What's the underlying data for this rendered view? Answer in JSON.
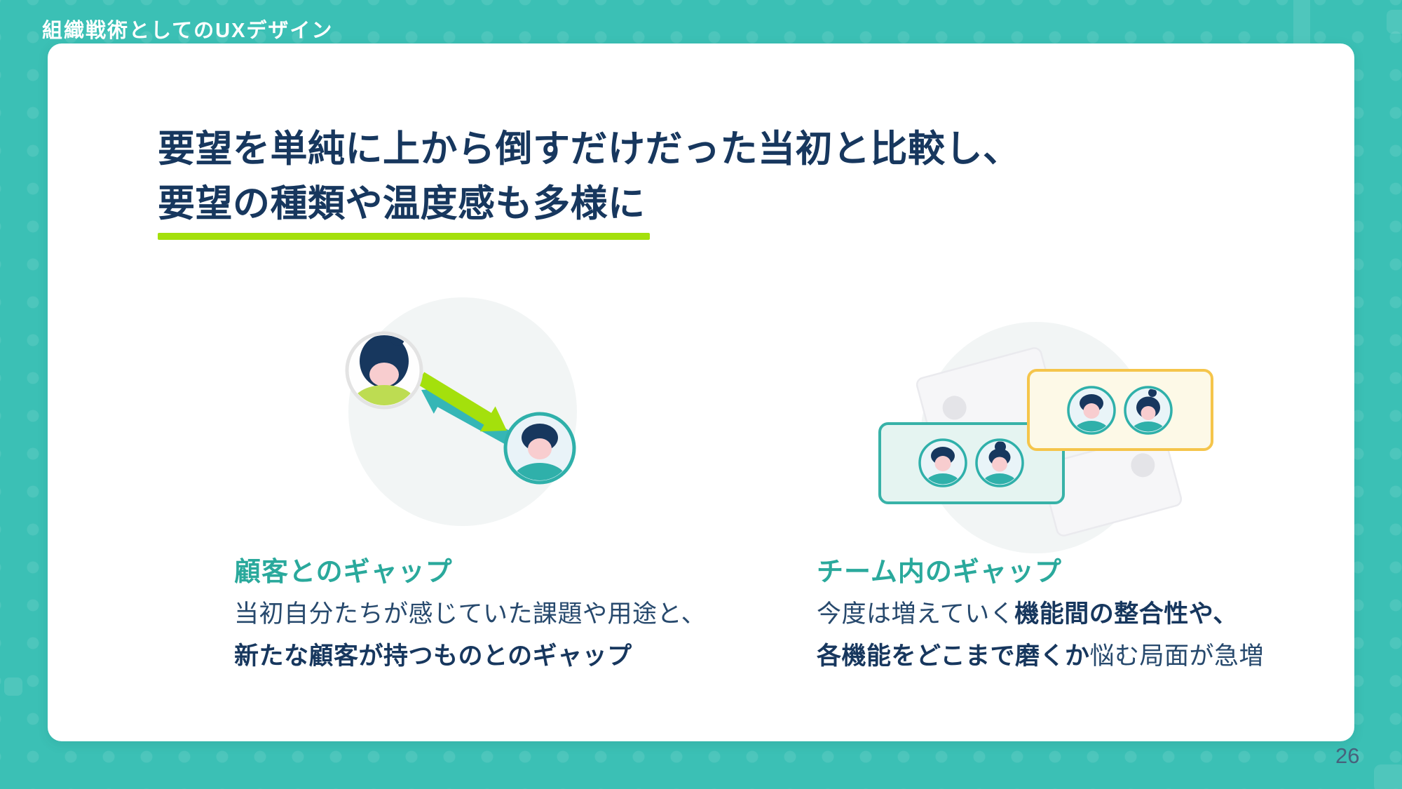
{
  "slide": {
    "kicker": "組織戦術としてのUXデザイン",
    "heading_line1": "要望を単純に上から倒すだけだった当初と比較し、",
    "heading_line2": "要望の種類や温度感も多様に",
    "page_number": "26"
  },
  "columns": {
    "left": {
      "title": "顧客とのギャップ",
      "line1": "当初自分たちが感じていた課題や用途と、",
      "line2_bold": "新たな顧客が持つものとのギャップ"
    },
    "right": {
      "title": "チーム内のギャップ",
      "line1_regular": "今度は増えていく",
      "line1_bold": "機能間の整合性や、",
      "line2_bold": "各機能をどこまで磨くか",
      "line2_regular": "悩む局面が急増"
    }
  },
  "colors": {
    "background_teal": "#3bc0b5",
    "card_white": "#ffffff",
    "heading_navy": "#17375e",
    "body_navy": "#27496d",
    "accent_teal": "#2aa99c",
    "accent_lime": "#a4e00c",
    "arrow_teal": "#35b6b6",
    "avatar_hair_navy": "#17375e",
    "avatar_face_pink": "#f8cdcf",
    "avatar_body_lime": "#bddc52",
    "avatar_body_teal": "#2fb0aa",
    "card_mint_fill": "#e5f4f1",
    "card_mint_border": "#38b2a8",
    "card_yellow_fill": "#fdf9e7",
    "card_yellow_border": "#f5c54b",
    "ghost_card_gray": "#f6f6f8",
    "page_number_slate": "#47617c"
  },
  "icons": {
    "customer-avatar-icon": "woman avatar in white circle",
    "pm-avatar-icon": "man avatar in teal circle",
    "arrow-to-team-icon": "lime arrow pointing down-right",
    "arrow-to-customer-icon": "teal arrow pointing up-left",
    "team-card-mint-icon": "mint card with two member avatars",
    "team-card-yellow-icon": "yellow card with two member avatars",
    "ghost-card-icon": "faded placeholder card with circle"
  }
}
